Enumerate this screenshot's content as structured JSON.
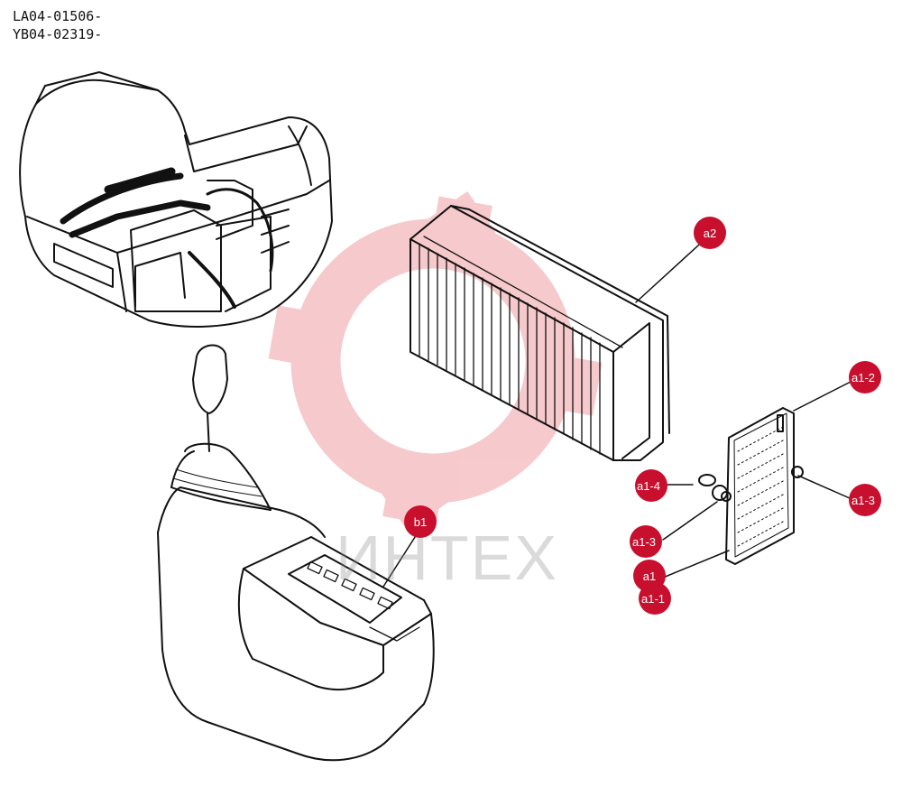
{
  "serials": {
    "line1": "LA04-01506-",
    "line2": "YB04-02319-"
  },
  "watermark": {
    "text": "ИНТЕХ"
  },
  "colors": {
    "marker": "#c8102e",
    "watermark_gear": "#f4b8bc"
  },
  "markers": {
    "a2": "a2",
    "b1": "b1",
    "a1_2": "a1-2",
    "a1_4": "a1-4",
    "a1_3_right": "a1-3",
    "a1_3_left": "a1-3",
    "a1": "a1",
    "a1_1": "a1-1"
  }
}
